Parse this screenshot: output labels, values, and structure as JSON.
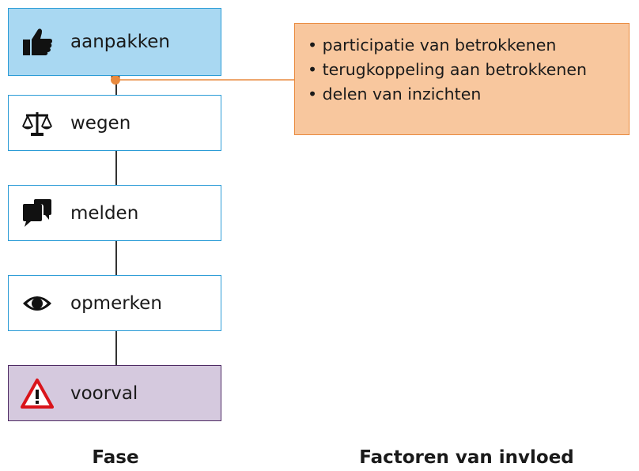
{
  "phases": [
    {
      "label": "aanpakken",
      "icon": "thumbs-up-icon"
    },
    {
      "label": "wegen",
      "icon": "scales-icon"
    },
    {
      "label": "melden",
      "icon": "speech-bubbles-icon"
    },
    {
      "label": "opmerken",
      "icon": "eye-icon"
    },
    {
      "label": "voorval",
      "icon": "warning-triangle-icon"
    }
  ],
  "factors": {
    "items": [
      "participatie van betrokkenen",
      "terugkoppeling aan betrokkenen",
      "delen van inzichten"
    ]
  },
  "captions": {
    "phase": "Fase",
    "factors": "Factoren van invloed"
  },
  "colors": {
    "phase_border": "#2a9bd6",
    "top_fill": "#a9d8f2",
    "bottom_fill": "#d5c9de",
    "bottom_border": "#4d2a63",
    "factor_fill": "#f8c79e",
    "factor_border": "#e98a3e",
    "warning_red": "#d9141b"
  }
}
